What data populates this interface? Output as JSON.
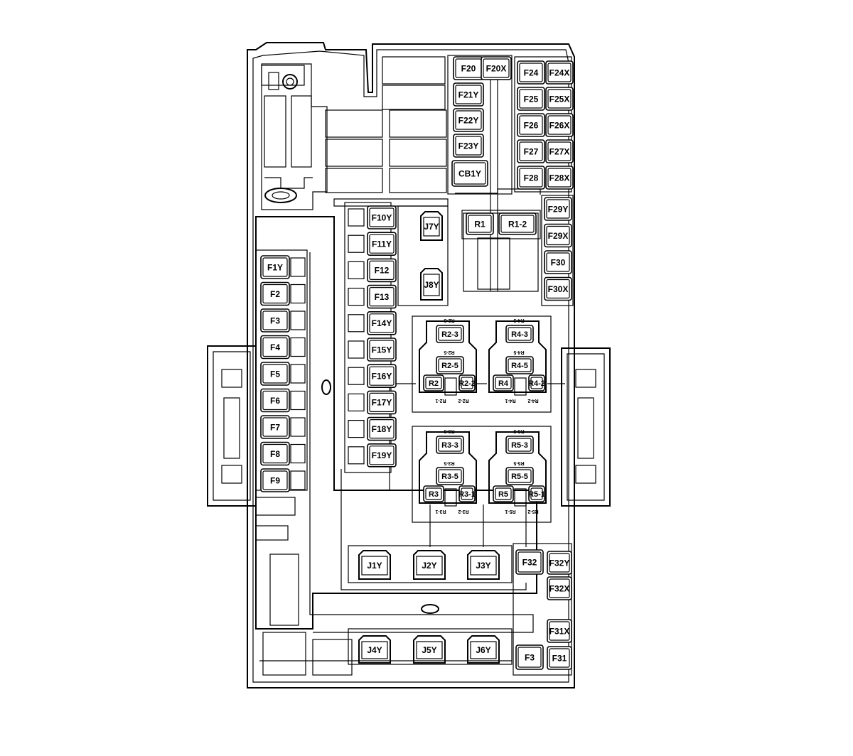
{
  "fuses_left": [
    {
      "id": "f1y",
      "label": "F1Y"
    },
    {
      "id": "f2",
      "label": "F2"
    },
    {
      "id": "f3",
      "label": "F3"
    },
    {
      "id": "f4",
      "label": "F4"
    },
    {
      "id": "f5",
      "label": "F5"
    },
    {
      "id": "f6",
      "label": "F6"
    },
    {
      "id": "f7",
      "label": "F7"
    },
    {
      "id": "f8",
      "label": "F8"
    },
    {
      "id": "f9",
      "label": "F9"
    }
  ],
  "fuses_center": [
    {
      "id": "f10y",
      "label": "F10Y"
    },
    {
      "id": "f11y",
      "label": "F11Y"
    },
    {
      "id": "f12",
      "label": "F12"
    },
    {
      "id": "f13",
      "label": "F13"
    },
    {
      "id": "f14y",
      "label": "F14Y"
    },
    {
      "id": "f15y",
      "label": "F15Y"
    },
    {
      "id": "f16y",
      "label": "F16Y"
    },
    {
      "id": "f17y",
      "label": "F17Y"
    },
    {
      "id": "f18y",
      "label": "F18Y"
    },
    {
      "id": "f19y",
      "label": "F19Y"
    }
  ],
  "fuses_top_mid": [
    {
      "id": "f20",
      "label": "F20"
    },
    {
      "id": "f20x",
      "label": "F20X"
    },
    {
      "id": "f21y",
      "label": "F21Y"
    },
    {
      "id": "f22y",
      "label": "F22Y"
    },
    {
      "id": "f23y",
      "label": "F23Y"
    },
    {
      "id": "cb1y",
      "label": "CB1Y"
    }
  ],
  "fuses_top_right": [
    {
      "id": "f24",
      "label": "F24"
    },
    {
      "id": "f24x",
      "label": "F24X"
    },
    {
      "id": "f25",
      "label": "F25"
    },
    {
      "id": "f25x",
      "label": "F25X"
    },
    {
      "id": "f26",
      "label": "F26"
    },
    {
      "id": "f26x",
      "label": "F26X"
    },
    {
      "id": "f27",
      "label": "F27"
    },
    {
      "id": "f27x",
      "label": "F27X"
    },
    {
      "id": "f28",
      "label": "F28"
    },
    {
      "id": "f28x",
      "label": "F28X"
    }
  ],
  "fuses_right": [
    {
      "id": "f29y",
      "label": "F29Y"
    },
    {
      "id": "f29x",
      "label": "F29X"
    },
    {
      "id": "f30",
      "label": "F30"
    },
    {
      "id": "f30x",
      "label": "F30X"
    }
  ],
  "fuses_bottom_right": [
    {
      "id": "f32",
      "label": "F32"
    },
    {
      "id": "f32y",
      "label": "F32Y"
    },
    {
      "id": "f32x",
      "label": "F32X"
    },
    {
      "id": "f31x",
      "label": "F31X"
    },
    {
      "id": "f31",
      "label": "F31"
    },
    {
      "id": "f3b",
      "label": "F3"
    }
  ],
  "relays_small": [
    {
      "id": "r1",
      "label": "R1"
    },
    {
      "id": "r1-2",
      "label": "R1-2"
    }
  ],
  "relay_blocks": [
    {
      "id": "r2",
      "labels": [
        "R2-3",
        "R2-5",
        "R2",
        "R2-2"
      ]
    },
    {
      "id": "r4",
      "labels": [
        "R4-3",
        "R4-5",
        "R4",
        "R4-2"
      ]
    },
    {
      "id": "r3",
      "labels": [
        "R3-3",
        "R3-5",
        "R3",
        "R3-1"
      ]
    },
    {
      "id": "r5",
      "labels": [
        "R5-3",
        "R5-5",
        "R5",
        "R5-1"
      ]
    }
  ],
  "relay_block_pins": {
    "r2": [
      "R2-3",
      "R2-5",
      "R2-1",
      "R2-2"
    ],
    "r4": [
      "R4-3",
      "R4-5",
      "R4-1",
      "R4-2"
    ],
    "r3": [
      "R3-3",
      "R3-5",
      "R3-1",
      "R3-2"
    ],
    "r5": [
      "R5-3",
      "R5-5",
      "R5-1",
      "R5-2"
    ]
  },
  "jcases": [
    {
      "id": "j7y",
      "label": "J7Y"
    },
    {
      "id": "j8y",
      "label": "J8Y"
    },
    {
      "id": "j1y",
      "label": "J1Y"
    },
    {
      "id": "j2y",
      "label": "J2Y"
    },
    {
      "id": "j3y",
      "label": "J3Y"
    },
    {
      "id": "j4y",
      "label": "J4Y"
    },
    {
      "id": "j5y",
      "label": "J5Y"
    },
    {
      "id": "j6y",
      "label": "J6Y"
    }
  ]
}
